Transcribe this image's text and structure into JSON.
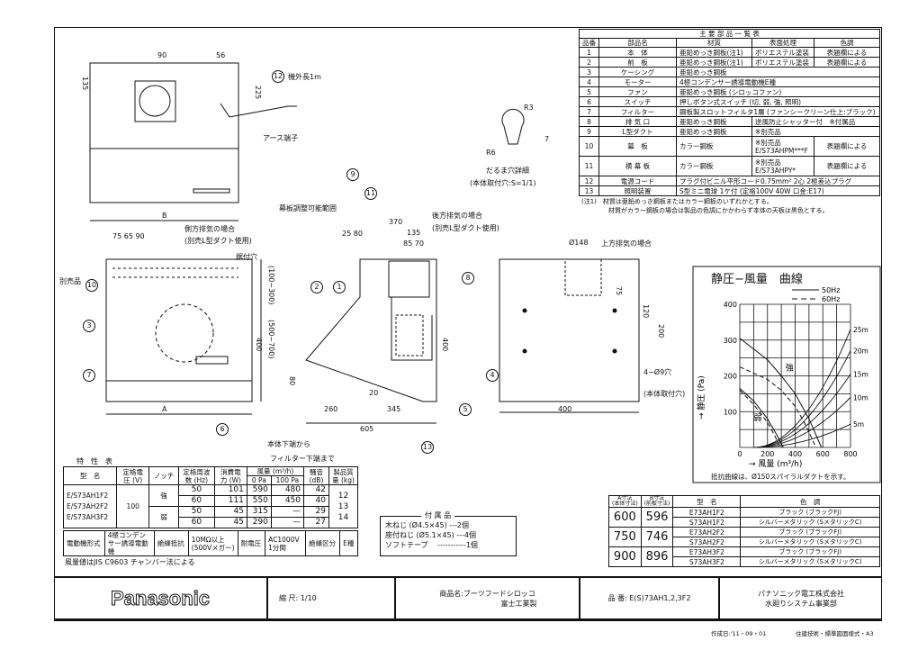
{
  "parts_table": {
    "title": "主 要 部 品 一 覧 表",
    "headers": [
      "品番",
      "部品名",
      "材質",
      "表面処理",
      "色調"
    ],
    "rows": [
      [
        "1",
        "本　体",
        "亜鉛めっき鋼板(注1)",
        "ポリエステル塗装",
        "表題欄による"
      ],
      [
        "2",
        "前　板",
        "亜鉛めっき鋼板(注1)",
        "ポリエステル塗装",
        "表題欄による"
      ],
      [
        "3",
        "ケーシング",
        "亜鉛めっき鋼板",
        "",
        ""
      ],
      [
        "4",
        "モーター",
        "4極コンデンサー誘導電動機E種",
        "",
        ""
      ],
      [
        "5",
        "ファン",
        "亜鉛めっき鋼板 (シロッコファン)",
        "",
        ""
      ],
      [
        "6",
        "スイッチ",
        "押しボタン式スイッチ (切, 弱, 強, 照明)",
        "",
        ""
      ],
      [
        "7",
        "フィルター",
        "鋼板製スロットフィルタ1層 (ファンシークリーン仕上:ブラック)",
        "",
        ""
      ],
      [
        "8",
        "排 気 口",
        "亜鉛めっき鋼板",
        "逆風防止シャッター付　※付属品",
        ""
      ],
      [
        "9",
        "L型ダクト",
        "亜鉛めっき鋼板",
        "※別売品",
        ""
      ],
      [
        "10",
        "幕　板",
        "カラー鋼板",
        "※別売品 E/S73AHPM***F",
        "表題欄による"
      ],
      [
        "11",
        "横 幕 板",
        "カラー鋼板",
        "※別売品 E/S73AHPY*",
        "表題欄による"
      ],
      [
        "12",
        "電源コード",
        "プラグ付ビニル平形コード0.75mm² 2心 2極差込プラグ",
        "",
        ""
      ],
      [
        "13",
        "照明装置",
        "S型ミニ電球 1ケ付 (定格100V 40W 口金:E17)",
        "",
        ""
      ]
    ],
    "notes": [
      "(注1)　材質は亜鉛めっき鋼板またはカラー鋼板のいずれかとする。",
      "材質がカラー鋼板の場合は製品の色調にかかわらず本体の天板は黒色とする。"
    ]
  },
  "drawing": {
    "labels": {
      "cord": "機外長1m",
      "earth": "アース端子",
      "dim_90": "90",
      "dim_56": "56",
      "dim_135": "135",
      "dim_225": "225",
      "dim_B": "B",
      "dim_A": "A",
      "dim_75_65_90": "75 65 90",
      "rear_exhaust": "側方排気の場合",
      "l_duct": "(別売L型ダクト使用)",
      "hole": "据付穴",
      "sold_sep": "別売品",
      "dim_100_300": "(100~300)",
      "dim_500_700": "(500~700)",
      "dim_400": "400",
      "dim_80": "80",
      "curtain_adj": "幕板調整可能範囲",
      "dim_370": "370",
      "dim_25_80": "25  80",
      "dim_135b": "135",
      "dim_85_70": "85 70",
      "back_exhaust": "後方排気の場合",
      "dim_260": "260",
      "dim_345": "345",
      "dim_605": "605",
      "dim_20": "20",
      "from_bottom": "本体下端から",
      "to_filter": "フィルター下端まで",
      "dim_148": "Ø148",
      "top_exhaust": "上方排気の場合",
      "dim_75": "75",
      "dim_120": "120",
      "dim_200": "200",
      "holes": "4−Ø9穴",
      "hole_note": "(本体取付穴)",
      "dim_400b": "400",
      "keyhole": "だるま穴詳細",
      "keyhole_scale": "(本体取付穴:S=1/1)",
      "r3": "R3",
      "r6": "R6",
      "dim_7": "7",
      "callouts": [
        "1",
        "2",
        "3",
        "4",
        "5",
        "6",
        "7",
        "8",
        "9",
        "10",
        "11",
        "12",
        "13"
      ]
    }
  },
  "spec_table": {
    "title": "特　性　表",
    "headers": [
      "型　名",
      "定格電圧 (V)",
      "ノッチ",
      "定格周波数 (Hz)",
      "消費電力 (W)",
      "風量 (m³/h)",
      "0 Pa",
      "100 Pa",
      "騒音 (dB)",
      "製品質量 (kg)"
    ],
    "models": [
      "E/S73AH1F2",
      "E/S73AH2F2",
      "E/S73AH3F2"
    ],
    "voltage": "100",
    "notch_strong": "強",
    "notch_weak": "弱",
    "rows": [
      [
        "50",
        "101",
        "590",
        "480",
        "42"
      ],
      [
        "60",
        "111",
        "550",
        "450",
        "40"
      ],
      [
        "50",
        "45",
        "315",
        "—",
        "29"
      ],
      [
        "60",
        "45",
        "290",
        "—",
        "27"
      ]
    ],
    "weights": [
      "12",
      "13",
      "14"
    ],
    "motor_label": "電動機形式",
    "motor": "4極コンデンサー誘導電動機",
    "insul_label": "絶縁抵抗",
    "insul": "10MΩ以上 (500Vメガー)",
    "withstand_label": "耐電圧",
    "withstand": "AC1000V 1分間",
    "class_label": "絶縁区分",
    "class": "E種",
    "note": "風量値はJIS C9603 チャンバー法による"
  },
  "accessories": {
    "title": "付 属 品",
    "items": [
      "木ねじ (Ø4.5×45) ---2個",
      "座付ねじ (Ø5.1×45) ---4個",
      "ソフトテープ　 -----------1個"
    ]
  },
  "model_table": {
    "headers": [
      "A寸法",
      "(本体寸法)",
      "B寸法",
      "(前板寸法)",
      "型　名",
      "色　調"
    ],
    "rows": [
      {
        "a": "600",
        "b": "596",
        "models": [
          "E73AH1F2",
          "S73AH1F2"
        ]
      },
      {
        "a": "750",
        "b": "746",
        "models": [
          "E73AH2F2",
          "S73AH2F2"
        ]
      },
      {
        "a": "900",
        "b": "896",
        "models": [
          "E73AH3F2",
          "S73AH3F2"
        ]
      }
    ],
    "colors": [
      "ブラック (ブラックFJ)",
      "シルバーメタリック (SメタリックC)"
    ]
  },
  "chart_data": {
    "type": "line",
    "title": "静圧−風量　曲線",
    "xlabel": "→ 風量 (m³/h)",
    "ylabel": "→ 静圧 (Pa)",
    "xlim": [
      0,
      800
    ],
    "ylim": [
      0,
      400
    ],
    "xticks": [
      "0",
      "200",
      "400",
      "600",
      "800"
    ],
    "yticks": [
      "100",
      "200",
      "300",
      "400"
    ],
    "legend": [
      "50Hz",
      "60Hz"
    ],
    "legend_position": "top-right",
    "fan_labels": {
      "strong": "強",
      "weak": "弱"
    },
    "series": [
      {
        "name": "強 50Hz",
        "x": [
          0,
          200,
          300,
          400,
          500,
          590
        ],
        "y": [
          305,
          245,
          200,
          150,
          80,
          0
        ]
      },
      {
        "name": "強 60Hz",
        "x": [
          0,
          200,
          300,
          400,
          480,
          550
        ],
        "y": [
          225,
          190,
          160,
          115,
          60,
          0
        ]
      },
      {
        "name": "弱 50Hz",
        "x": [
          0,
          100,
          200,
          260,
          315
        ],
        "y": [
          165,
          130,
          80,
          40,
          0
        ]
      },
      {
        "name": "弱 60Hz",
        "x": [
          0,
          100,
          200,
          250,
          290
        ],
        "y": [
          160,
          120,
          70,
          35,
          0
        ]
      }
    ],
    "resistance_curves": [
      {
        "name": "25m",
        "y800": 330
      },
      {
        "name": "20m",
        "y800": 270
      },
      {
        "name": "15m",
        "y800": 205
      },
      {
        "name": "10m",
        "y800": 140
      },
      {
        "name": "5m",
        "y800": 65
      }
    ],
    "note": "抵抗曲線は、Ø150スパイラルダクトを示す。"
  },
  "title_block": {
    "brand": "Panasonic",
    "scale": "縮 尺: 1/10",
    "product": "商品名:ブーツフードシロッコ",
    "product2": "富士工業製",
    "model": "品 番: E(S)73AH1,2,3F2",
    "company": "パナソニック電工株式会社",
    "division": "水廻りシステム事業部",
    "date": "作成日:'11・09・01",
    "format": "住建技術・標準図面様式・A3"
  }
}
